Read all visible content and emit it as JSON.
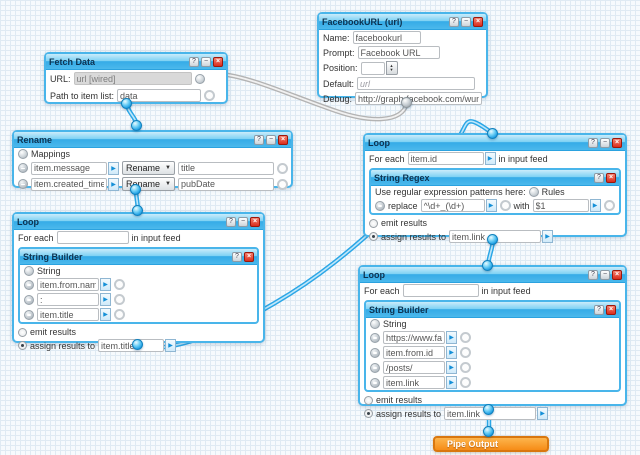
{
  "chrome": {
    "help": "?",
    "minimize": "−",
    "close": "×",
    "dropdown_arrow": "▼",
    "insert_arrow": "▶",
    "spinner_up": "▲",
    "spinner_down": "▼"
  },
  "labels": {
    "for_each": "For each",
    "in_input_feed": "in input feed",
    "emit_results": "emit results",
    "assign_results_to": "assign results to"
  },
  "modules": {
    "fetch_data": {
      "title": "Fetch Data",
      "url_label": "URL:",
      "url_value": "url [wired]",
      "path_label": "Path to item list:",
      "path_value": "data"
    },
    "facebook_url": {
      "title": "FacebookURL (url)",
      "name_label": "Name:",
      "name_value": "facebookurl",
      "prompt_label": "Prompt:",
      "prompt_value": "Facebook URL",
      "position_label": "Position:",
      "position_value": "",
      "default_label": "Default:",
      "default_value": "url",
      "debug_label": "Debug:",
      "debug_value": "http://graph.facebook.com/wuman/fe"
    },
    "rename": {
      "title": "Rename",
      "mappings_label": "Mappings",
      "rows": [
        {
          "field": "item.message",
          "op": "Rename",
          "to": "title"
        },
        {
          "field": "item.created_time",
          "op": "Rename",
          "to": "pubDate"
        }
      ]
    },
    "loop_left": {
      "title": "Loop",
      "for_each_value": "",
      "string_builder": {
        "title": "String Builder",
        "string_label": "String",
        "rows": [
          "item.from.name",
          ":",
          "item.title"
        ]
      },
      "assign_value": "item.title"
    },
    "loop_right": {
      "title": "Loop",
      "for_each_value": "item.id",
      "string_regex": {
        "title": "String Regex",
        "instruction": "Use regular expression patterns here:",
        "rules_label": "Rules",
        "replace_label": "replace",
        "pattern": "^\\d+_(\\d+)",
        "with_label": "with",
        "with_value": "$1"
      },
      "assign_value": "item.link"
    },
    "loop_bottom": {
      "title": "Loop",
      "for_each_value": "",
      "string_builder": {
        "title": "String Builder",
        "string_label": "String",
        "rows": [
          "https://www.faceb",
          "item.from.id",
          "/posts/",
          "item.link"
        ]
      },
      "assign_value": "item.link"
    },
    "pipe_output": {
      "title": "Pipe Output"
    }
  },
  "colors": {
    "module_accent": "#49b5ea",
    "wire_blue": "#2ba7e8",
    "wire_gray": "#b5b5b5",
    "canvas_grid": "#dfeaf3",
    "pipe_output_orange": "#f68c17"
  }
}
